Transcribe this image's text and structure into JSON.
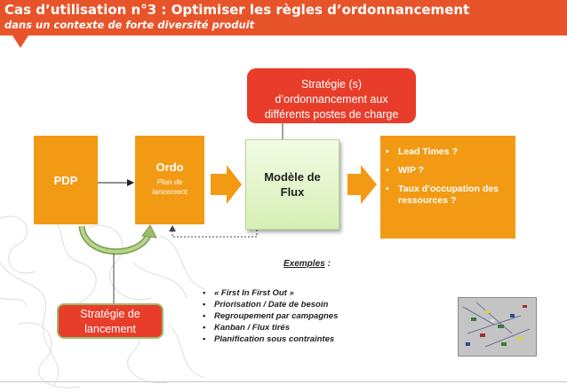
{
  "header": {
    "title": "Cas d’utilisation n°3 :  Optimiser les règles d’ordonnancement",
    "subtitle": "dans un contexte de forte diversité produit"
  },
  "nodes": {
    "pdp": "PDP",
    "ordo_title": "Ordo",
    "ordo_sub": "Plan de lancement",
    "modele_line1": "Modèle de",
    "modele_line2": "Flux",
    "strat_top_line1": "Stratégie (s)",
    "strat_top_line2": "d’ordonnancement aux",
    "strat_top_line3": "différents postes de charge",
    "strat_lanc_line1": "Stratégie de",
    "strat_lanc_line2": "lancement"
  },
  "results": {
    "bullet": "•",
    "items": [
      "Lead Times ?",
      "WIP ?",
      "Taux d’occupation des ressources ?"
    ]
  },
  "exemples": {
    "title": "Exemples",
    "colon": " :",
    "bullet": "•",
    "items": [
      "« First In First Out »",
      "Priorisation / Date de besoin",
      "Regroupement par campagnes",
      "Kanban / Flux tirés",
      "Planification sous contraintes"
    ]
  },
  "colors": {
    "orange": "#f39a15",
    "red": "#e83d2a",
    "header": "#e8542a",
    "green": "#9bbc6c"
  }
}
